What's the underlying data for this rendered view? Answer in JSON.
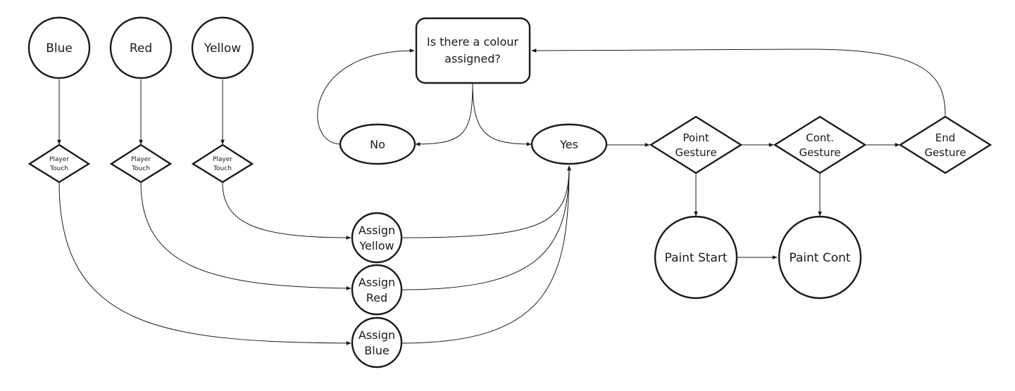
{
  "nodes": {
    "blue": "Blue",
    "red": "Red",
    "yellow": "Yellow",
    "touch_blue": [
      "Player",
      "Touch"
    ],
    "touch_red": [
      "Player",
      "Touch"
    ],
    "touch_yellow": [
      "Player",
      "Touch"
    ],
    "question": [
      "Is there a colour",
      "assigned?"
    ],
    "no": "No",
    "yes": "Yes",
    "assign_yellow": [
      "Assign",
      "Yellow"
    ],
    "assign_red": [
      "Assign",
      "Red"
    ],
    "assign_blue": [
      "Assign",
      "Blue"
    ],
    "point_gesture": [
      "Point",
      "Gesture"
    ],
    "cont_gesture": [
      "Cont.",
      "Gesture"
    ],
    "end_gesture": [
      "End",
      "Gesture"
    ],
    "paint_start": "Paint Start",
    "paint_cont": "Paint Cont"
  },
  "edges": [
    {
      "from": "blue",
      "to": "touch_blue"
    },
    {
      "from": "red",
      "to": "touch_red"
    },
    {
      "from": "yellow",
      "to": "touch_yellow"
    },
    {
      "from": "touch_yellow",
      "to": "assign_yellow"
    },
    {
      "from": "touch_red",
      "to": "assign_red"
    },
    {
      "from": "touch_blue",
      "to": "assign_blue"
    },
    {
      "from": "assign_yellow",
      "to": "yes"
    },
    {
      "from": "assign_red",
      "to": "yes"
    },
    {
      "from": "assign_blue",
      "to": "yes"
    },
    {
      "from": "question",
      "to": "no"
    },
    {
      "from": "question",
      "to": "yes"
    },
    {
      "from": "no",
      "to": "question"
    },
    {
      "from": "yes",
      "to": "point_gesture"
    },
    {
      "from": "point_gesture",
      "to": "cont_gesture"
    },
    {
      "from": "cont_gesture",
      "to": "end_gesture"
    },
    {
      "from": "point_gesture",
      "to": "paint_start"
    },
    {
      "from": "cont_gesture",
      "to": "paint_cont"
    },
    {
      "from": "paint_start",
      "to": "paint_cont"
    },
    {
      "from": "end_gesture",
      "to": "question"
    }
  ]
}
